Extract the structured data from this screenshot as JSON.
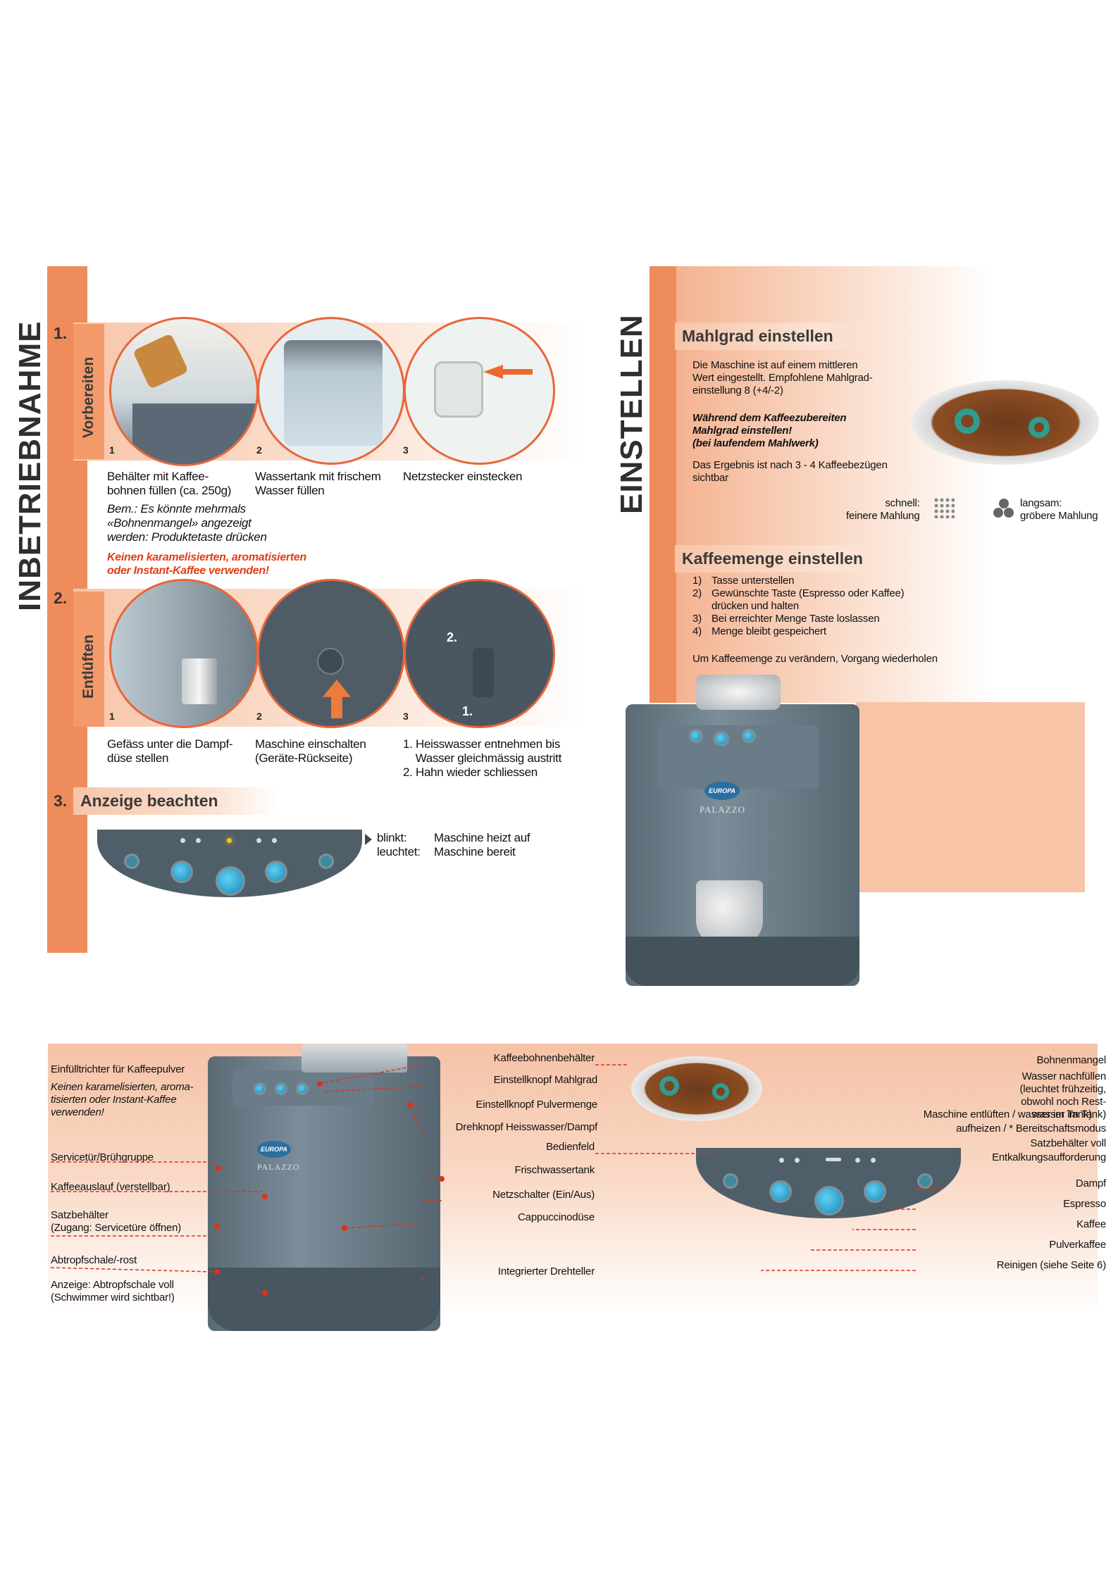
{
  "inbetrieb": {
    "title": "INBETRIEBNAHME",
    "s1": {
      "num": "1.",
      "band": "Vorbereiten",
      "steps": [
        {
          "n": "1",
          "caption": "Behälter mit Kaffee-\nbohnen füllen (ca. 250g)"
        },
        {
          "n": "2",
          "caption": "Wassertank mit frischem\nWasser füllen"
        },
        {
          "n": "3",
          "caption": "Netzstecker einstecken"
        }
      ],
      "note": "Bem.: Es könnte mehrmals\n«Bohnenmangel» angezeigt\nwerden: Produktetaste drücken",
      "warning": "Keinen karamelisierten, aromatisierten\noder Instant-Kaffee verwenden!"
    },
    "s2": {
      "num": "2.",
      "band": "Entlüften",
      "steps": [
        {
          "n": "1",
          "caption": "Gefäss unter die Dampf-\ndüse stellen"
        },
        {
          "n": "2",
          "caption": "Maschine einschalten\n(Geräte-Rückseite)"
        },
        {
          "n": "3",
          "caption": "1. Heisswasser entnehmen bis\n    Wasser gleichmässig austritt\n2. Hahn wieder schliessen"
        }
      ],
      "img_marks": [
        "2.",
        "1."
      ]
    },
    "s3": {
      "num": "3.",
      "title": "Anzeige beachten",
      "states": [
        {
          "key": "blinkt:",
          "value": "Maschine heizt auf"
        },
        {
          "key": "leuchtet:",
          "value": "Maschine bereit"
        }
      ]
    }
  },
  "einstellen": {
    "title": "EINSTELLEN",
    "mahlgrad": {
      "title": "Mahlgrad einstellen",
      "text": "Die Maschine ist auf einem mittleren\nWert eingestellt. Empfohlene Mahlgrad-\neinstellung 8 (+4/-2)",
      "warning": "Während dem Kaffeezubereiten\nMahlgrad einstellen!\n(bei laufendem Mahlwerk)",
      "result": "Das Ergebnis ist nach 3 - 4 Kaffeebezügen\nsichtbar",
      "fast": "schnell:\nfeinere Mahlung",
      "slow": "langsam:\ngröbere Mahlung"
    },
    "menge": {
      "title": "Kaffeemenge einstellen",
      "steps": [
        {
          "n": "1)",
          "text": "Tasse unterstellen"
        },
        {
          "n": "2)",
          "text": "Gewünschte Taste (Espresso oder Kaffee)\ndrücken und halten"
        },
        {
          "n": "3)",
          "text": "Bei erreichter Menge Taste loslassen"
        },
        {
          "n": "4)",
          "text": "Menge bleibt gespeichert"
        }
      ],
      "footer": "Um Kaffeemenge zu verändern, Vorgang wiederholen"
    },
    "brand": "EUROPA",
    "model": "PALAZZO"
  },
  "overview": {
    "left": [
      {
        "text": "Einfülltrichter für Kaffeepulver"
      },
      {
        "text": "Keinen karamelisierten, aroma-\ntisierten oder Instant-Kaffee\nverwenden!",
        "italic": true
      },
      {
        "text": "Servicetür/Brühgruppe"
      },
      {
        "text": "Kaffeeauslauf (verstellbar)"
      },
      {
        "text": "Satzbehälter\n(Zugang: Servicetüre öffnen)"
      },
      {
        "text": "Abtropfschale/-rost"
      },
      {
        "text": "Anzeige: Abtropfschale voll\n(Schwimmer wird sichtbar!)"
      }
    ],
    "middle": [
      "Kaffeebohnenbehälter",
      "Einstellknopf Mahlgrad",
      "Einstellknopf Pulvermenge",
      "Drehknopf Heisswasser/Dampf",
      "Bedienfeld",
      "Frischwassertank",
      "Netzschalter (Ein/Aus)",
      "Cappuccinodüse",
      "Integrierter Drehteller"
    ],
    "right_top": [
      "Bohnenmangel",
      "Wasser nachfüllen\n(leuchtet frühzeitig,\nobwohl noch Rest-\nwasser im Tank)",
      "Maschine entlüften / wasser im Tank)",
      "aufheizen / * Bereitschaftsmodus",
      "Satzbehälter voll",
      "Entkalkungsaufforderung"
    ],
    "right_bottom": [
      "Dampf",
      "Espresso",
      "Kaffee",
      "Pulverkaffee",
      "Reinigen (siehe Seite 6)"
    ],
    "brand": "EUROPA",
    "model": "PALAZZO"
  }
}
